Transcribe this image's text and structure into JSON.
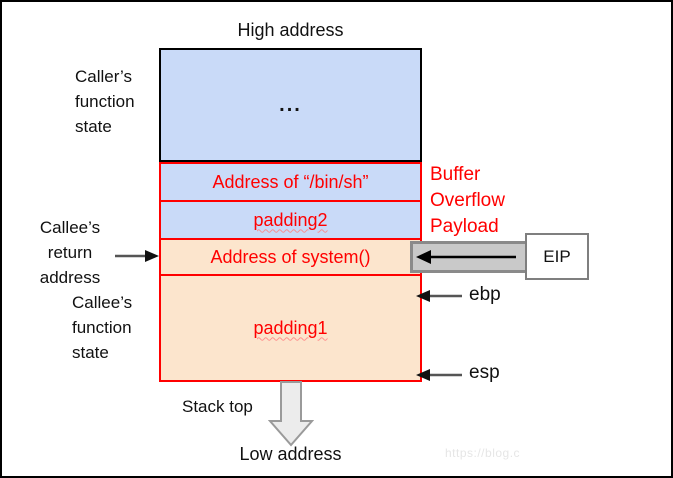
{
  "labels": {
    "high_address": "High address",
    "callers_state": "Caller’s\nfunction\nstate",
    "callees_return": "Callee’s\nreturn\naddress",
    "callees_state": "Callee’s\nfunction\nstate",
    "payload_note": "Buffer\nOverflow\nPayload",
    "eip": "EIP",
    "ebp": "ebp",
    "esp": "esp",
    "stack_top": "Stack top",
    "low_address": "Low address",
    "watermark": "https://blog.c"
  },
  "stack": {
    "rows": [
      {
        "name": "caller-frame",
        "text": "...",
        "fill": "#c9daf8",
        "border": "#000000"
      },
      {
        "name": "binsh-address",
        "text": "Address of “/bin/sh”",
        "fill": "#c9daf8",
        "border": "#ff0000"
      },
      {
        "name": "padding2",
        "text": "padding2",
        "fill": "#c9daf8",
        "border": "#ff0000"
      },
      {
        "name": "system-address",
        "text": "Address of system()",
        "fill": "#fce5cd",
        "border": "#ff0000"
      },
      {
        "name": "padding1",
        "text": "padding1",
        "fill": "#fce5cd",
        "border": "#ff0000"
      }
    ]
  },
  "icons": {
    "return_arrow": "right-arrow",
    "eip_arrow": "thick-left-arrow",
    "ebp_arrow": "left-arrow",
    "esp_arrow": "left-arrow",
    "stack_top_arrow": "hollow-down-arrow"
  },
  "colors": {
    "stack_blue": "#c9daf8",
    "stack_peach": "#fce5cd",
    "diagram_red": "#ff0000",
    "arrow_gray": "#c9c9c9",
    "eip_border_gray": "#7f7f7f",
    "watermark_gray": "#e6e6e6"
  }
}
